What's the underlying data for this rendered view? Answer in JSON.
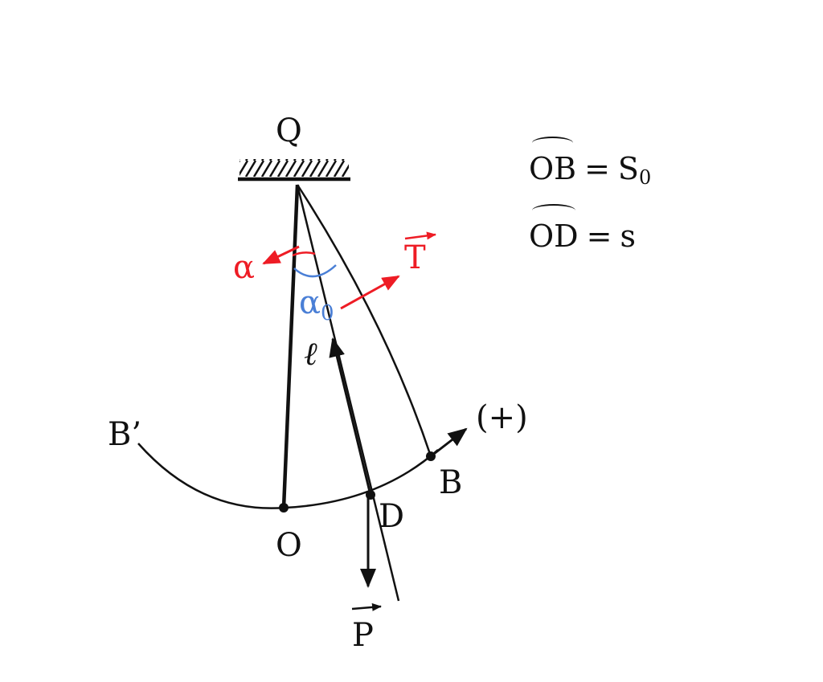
{
  "labels": {
    "pivot": "Q",
    "angle": "α",
    "angle_max": "α",
    "angle_max_sub": "0",
    "length": "ℓ",
    "tension": "T",
    "weight": "P",
    "left_point": "B’",
    "equilibrium": "O",
    "position": "D",
    "right_point": "B",
    "positive_direction": "(+)"
  },
  "formulas": {
    "arc_ob": "OB",
    "equals_1": "=",
    "s_max": "S",
    "s_max_sub": "0",
    "arc_od": "OD",
    "equals_2": "=",
    "s": "s"
  },
  "colors": {
    "lines": "#111111",
    "tension_and_alpha": "#ee1c25",
    "alpha_zero": "#4a7fd6"
  }
}
